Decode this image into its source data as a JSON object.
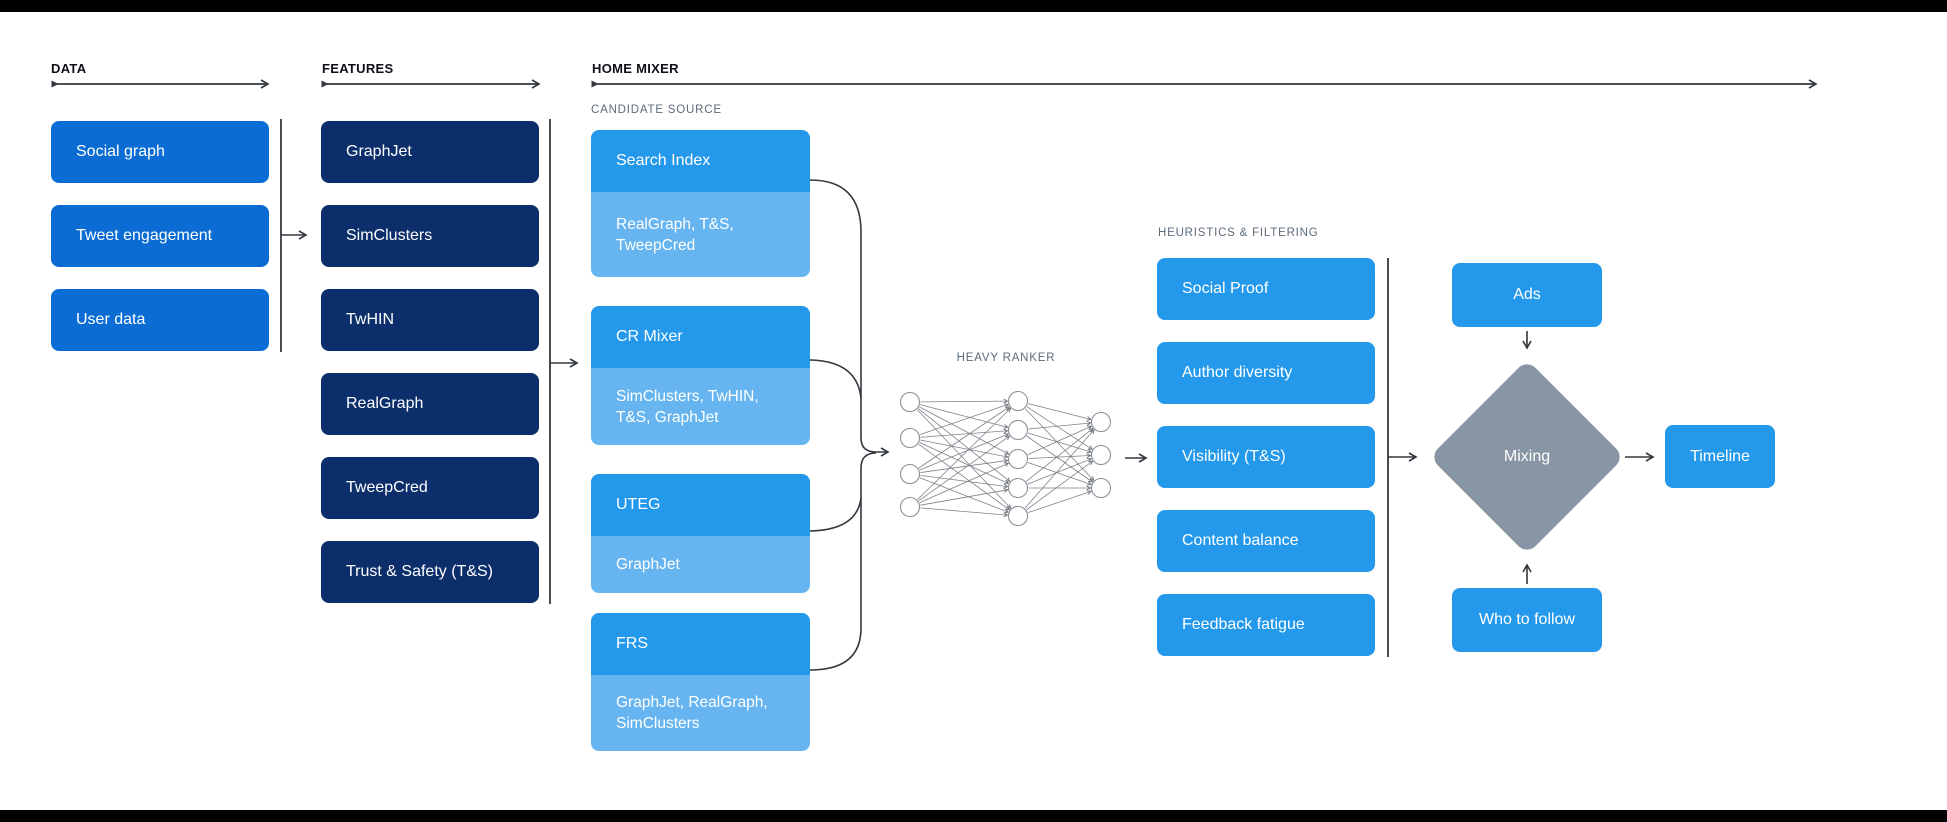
{
  "colors": {
    "data_blue": "#0b6dd3",
    "bright_blue": "#2499ec",
    "light_blue": "#66b5f0",
    "navy": "#0c2f6b",
    "diamond_gray": "#8795a5",
    "line": "#33383e",
    "nn_edge": "#7d828a",
    "nn_node_stroke": "#8a8f98",
    "small_label_gray": "#5d6c7b"
  },
  "sections": {
    "data": {
      "title": "DATA",
      "items": [
        "Social graph",
        "Tweet engagement",
        "User data"
      ]
    },
    "features": {
      "title": "FEATURES",
      "items": [
        "GraphJet",
        "SimClusters",
        "TwHIN",
        "RealGraph",
        "TweepCred",
        "Trust & Safety (T&S)"
      ]
    },
    "home_mixer": {
      "title": "HOME MIXER",
      "candidate_source": {
        "label": "CANDIDATE SOURCE",
        "items": [
          {
            "name": "Search Index",
            "sources": "RealGraph, T&S, TweepCred"
          },
          {
            "name": "CR Mixer",
            "sources": "SimClusters, TwHIN, T&S, GraphJet"
          },
          {
            "name": "UTEG",
            "sources": "GraphJet"
          },
          {
            "name": "FRS",
            "sources": "GraphJet, RealGraph, SimClusters"
          }
        ]
      },
      "heavy_ranker": {
        "label": "HEAVY RANKER",
        "layers": [
          4,
          5,
          3
        ]
      },
      "heuristics": {
        "label": "HEURISTICS & FILTERING",
        "items": [
          "Social Proof",
          "Author diversity",
          "Visibility (T&S)",
          "Content balance",
          "Feedback fatigue"
        ]
      },
      "mixing": {
        "ads": "Ads",
        "diamond": "Mixing",
        "who_to_follow": "Who to follow",
        "timeline": "Timeline"
      }
    }
  }
}
